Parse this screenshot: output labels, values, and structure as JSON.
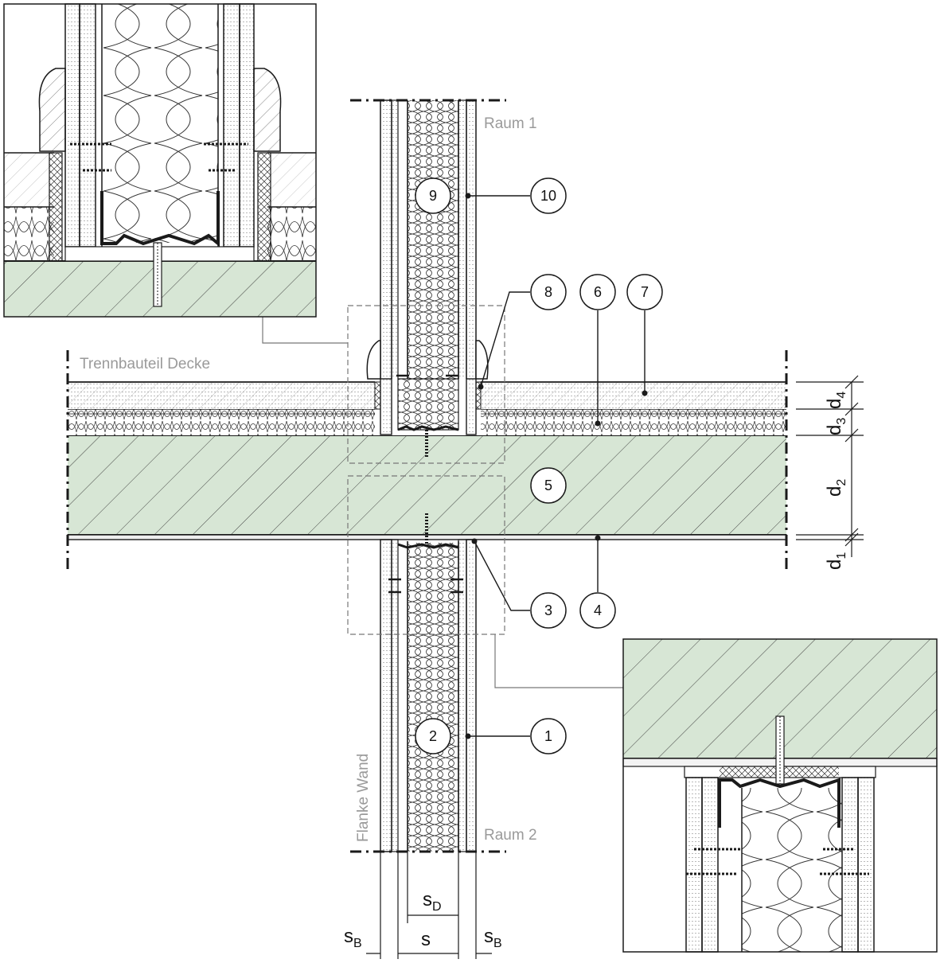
{
  "labels": {
    "raum1": "Raum 1",
    "raum2": "Raum 2",
    "trennbauteil": "Trennbauteil Decke",
    "flanke": "Flanke Wand"
  },
  "callouts": [
    "1",
    "2",
    "3",
    "4",
    "5",
    "6",
    "7",
    "8",
    "9",
    "10"
  ],
  "dimensions": {
    "d1": {
      "base": "d",
      "sub": "1"
    },
    "d2": {
      "base": "d",
      "sub": "2"
    },
    "d3": {
      "base": "d",
      "sub": "3"
    },
    "d4": {
      "base": "d",
      "sub": "4"
    },
    "sB_left": {
      "base": "s",
      "sub": "B"
    },
    "s": {
      "base": "s",
      "sub": ""
    },
    "sD": {
      "base": "s",
      "sub": "D"
    },
    "sB_right": {
      "base": "s",
      "sub": "B"
    }
  },
  "colors": {
    "concrete": "#d7e6d5",
    "line": "#1a1a1a",
    "gray_text": "#9a9a9a",
    "dashed": "#777777"
  }
}
